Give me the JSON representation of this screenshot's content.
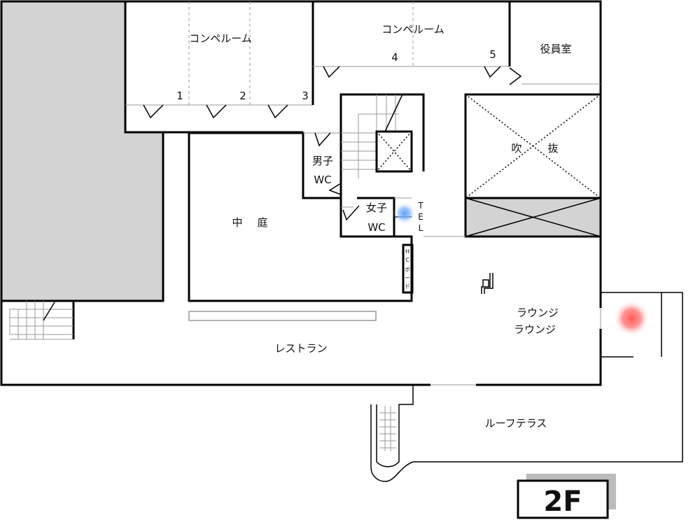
{
  "title": "2F",
  "rooms": {
    "conference_a": "コンペルーム",
    "conference_b": "コンペルーム",
    "executive": "役員室",
    "atrium_1": "吹",
    "atrium_2": "抜",
    "mens_wc_1": "男子",
    "mens_wc_2": "WC",
    "womens_wc_1": "女子",
    "womens_wc_2": "WC",
    "tel": [
      "T",
      "E",
      "L"
    ],
    "hc_board": [
      "H",
      "C",
      "ボ",
      "ー",
      "ド"
    ],
    "courtyard_1": "中",
    "courtyard_2": "庭",
    "lounge_1": "ラウンジ",
    "lounge_2": "ラウンジ",
    "restaurant": "レストラン",
    "roof_terrace": "ルーフテラス"
  },
  "room_numbers": [
    "1",
    "2",
    "3",
    "4",
    "5"
  ],
  "colors": {
    "gray_area": "#d3d3d3",
    "marker_red": "#ff5a5a",
    "marker_blue": "#5aa0ff"
  }
}
